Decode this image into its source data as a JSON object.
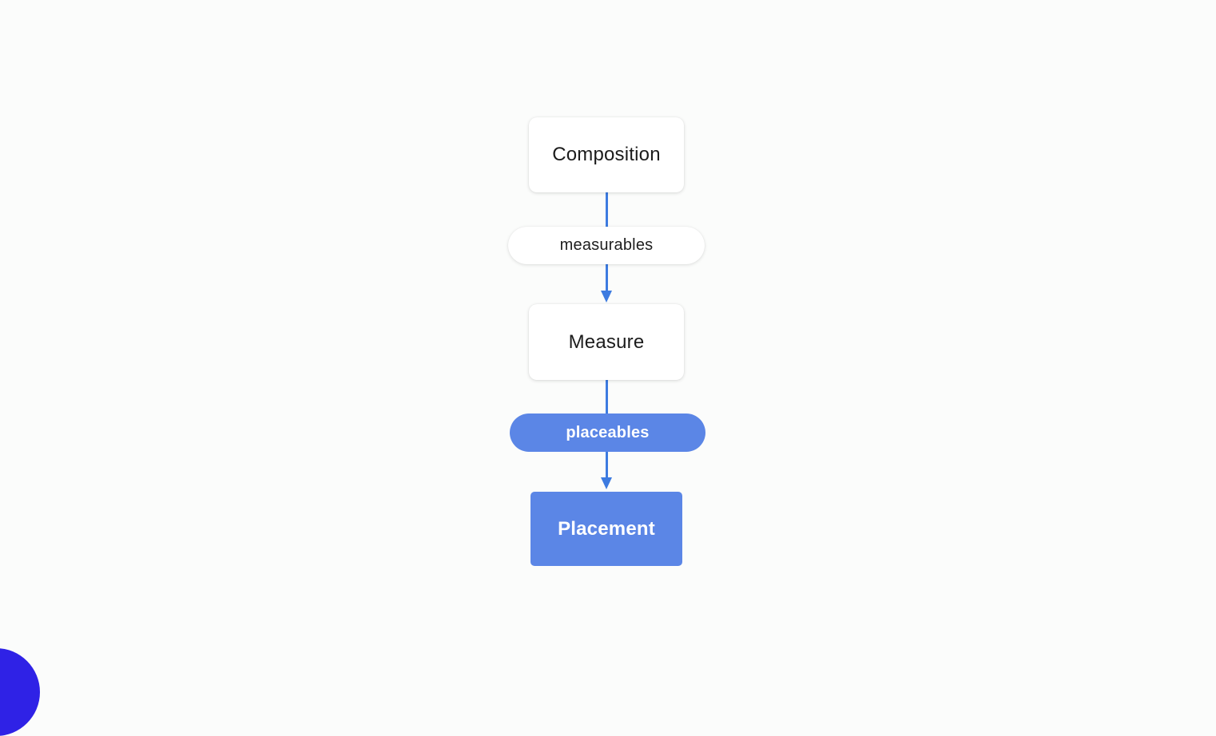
{
  "diagram": {
    "nodes": {
      "composition": "Composition",
      "measurables": "measurables",
      "measure": "Measure",
      "placeables": "placeables",
      "placement": "Placement"
    },
    "colors": {
      "accent": "#5b86e6",
      "connector": "#3d7be0",
      "corner": "#2f22e6",
      "background": "#fbfcfb"
    }
  }
}
